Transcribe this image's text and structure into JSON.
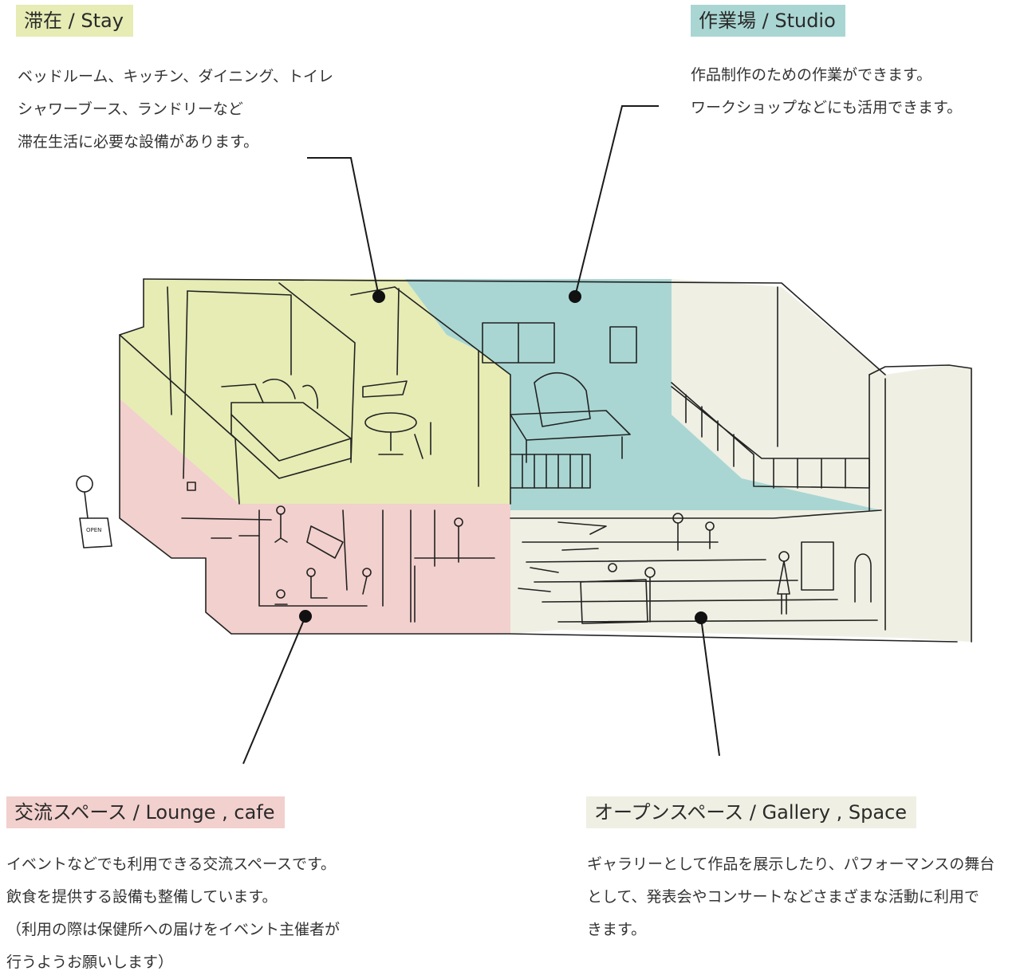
{
  "colors": {
    "stay": "#e6ecb4",
    "studio": "#a9d6d3",
    "lounge": "#f2d0cd",
    "open": "#efefe3",
    "line": "#222222"
  },
  "sections": {
    "stay": {
      "label": "滞在 / Stay",
      "lines": [
        "ベッドルーム、キッチン、ダイニング、トイレ",
        "シャワーブース、ランドリーなど",
        "滞在生活に必要な設備があります。"
      ]
    },
    "studio": {
      "label": "作業場 / Studio",
      "lines": [
        "作品制作のための作業ができます。",
        "ワークショップなどにも活用できます。"
      ]
    },
    "lounge": {
      "label": "交流スペース / Lounge , cafe",
      "lines": [
        "イベントなどでも利用できる交流スペースです。",
        "飲食を提供する設備も整備しています。",
        "（利用の際は保健所への届けをイベント主催者が",
        "行うようお願いします）"
      ]
    },
    "open": {
      "label": "オープンスペース / Gallery , Space",
      "lines": [
        "ギャラリーとして作品を展示したり、パフォーマンスの舞台",
        "として、発表会やコンサートなどさまざまな活動に利用で",
        "きます。"
      ]
    }
  },
  "sign_text": "OPEN"
}
